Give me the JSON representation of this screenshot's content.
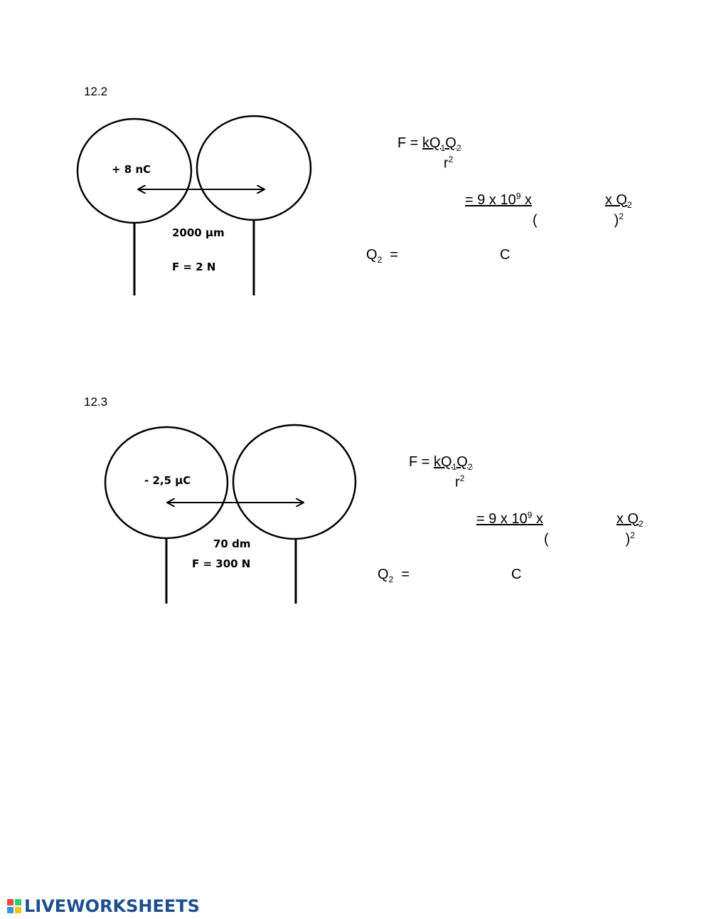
{
  "problems": [
    {
      "number": "12.2",
      "charge_label": "+ 8 nC",
      "distance_label": "2000 µm",
      "force_label": "F = 2 N"
    },
    {
      "number": "12.3",
      "charge_label": "- 2,5 µC",
      "distance_label": "70 dm",
      "force_label": "F = 300 N"
    }
  ],
  "formula": {
    "f_equals": "F = ",
    "numerator_k": "kQ",
    "sub_1": "1",
    "numerator_q": "Q",
    "sub_2": "2",
    "denominator_r": "r",
    "sup_2": "2",
    "line2_prefix": "= 9 x 10",
    "exponent_9": "9",
    "line2_x": " x",
    "line2_xq": "x Q",
    "open_paren": "(",
    "close_paren": ")",
    "q2_label": "Q",
    "q2_equals": "  =",
    "unit_c": "C"
  },
  "brand": {
    "name": "LIVEWORKSHEETS",
    "colors": [
      "#e74c3c",
      "#2ecc71",
      "#3498db",
      "#f1c40f"
    ],
    "text_color": "#1d4f8c"
  }
}
